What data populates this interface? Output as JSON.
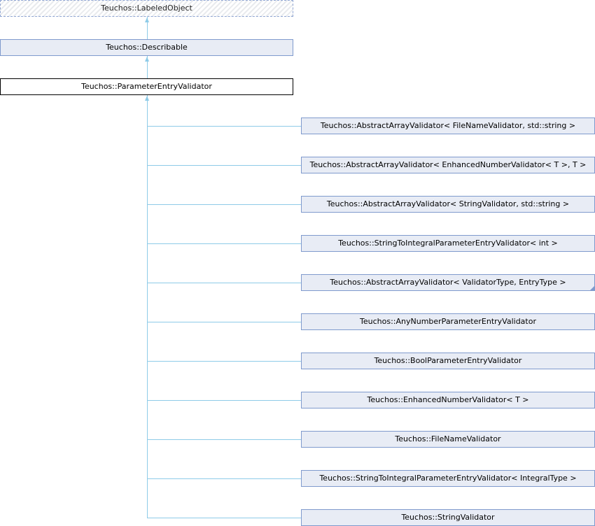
{
  "diagram": {
    "base_classes": [
      {
        "label": "Teuchos::LabeledObject",
        "style": "dashed"
      },
      {
        "label": "Teuchos::Describable",
        "style": "blue"
      },
      {
        "label": "Teuchos::ParameterEntryValidator",
        "style": "black"
      }
    ],
    "derived_classes": [
      {
        "label": "Teuchos::AbstractArrayValidator< FileNameValidator, std::string >"
      },
      {
        "label": "Teuchos::AbstractArrayValidator< EnhancedNumberValidator< T >, T >"
      },
      {
        "label": "Teuchos::AbstractArrayValidator< StringValidator, std::string >"
      },
      {
        "label": "Teuchos::StringToIntegralParameterEntryValidator< int >"
      },
      {
        "label": "Teuchos::AbstractArrayValidator< ValidatorType, EntryType >",
        "has_more": true
      },
      {
        "label": "Teuchos::AnyNumberParameterEntryValidator"
      },
      {
        "label": "Teuchos::BoolParameterEntryValidator"
      },
      {
        "label": "Teuchos::EnhancedNumberValidator< T >"
      },
      {
        "label": "Teuchos::FileNameValidator"
      },
      {
        "label": "Teuchos::StringToIntegralParameterEntryValidator< IntegralType >"
      },
      {
        "label": "Teuchos::StringValidator"
      }
    ],
    "colors": {
      "edge": "#8ecbe8",
      "box_border": "#7f9acd",
      "box_fill": "#e8ecf5"
    }
  }
}
